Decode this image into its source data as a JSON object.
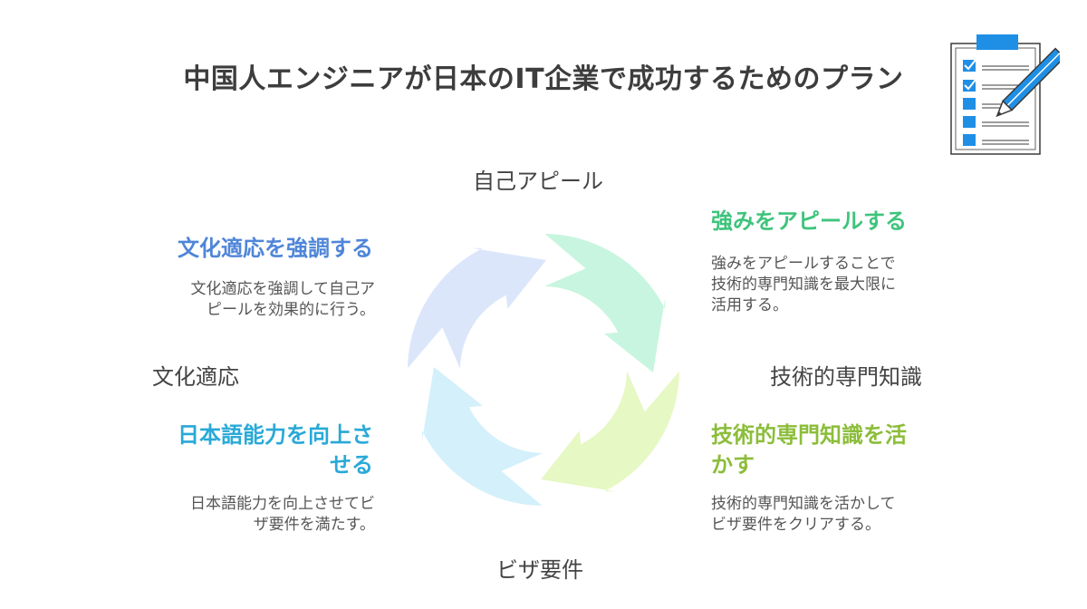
{
  "title": "中国人エンジニアが日本のIT企業で成功するためのプラン",
  "axes": {
    "top": "自己アピール",
    "right": "技術的専門知識",
    "bottom": "ビザ要件",
    "left": "文化適応"
  },
  "quadrants": [
    {
      "id": "top-right",
      "heading": "強みをアピールする",
      "desc_lines": [
        "強みをアピールすることで",
        "技術的専門知識を最大限に",
        "活用する。"
      ],
      "color": "#3fc47c",
      "fill": "#c8f5df"
    },
    {
      "id": "bottom-right",
      "heading_lines": [
        "技術的専門知識を活",
        "かす"
      ],
      "desc_lines": [
        "技術的専門知識を活かして",
        "ビザ要件をクリアする。"
      ],
      "color": "#8cbd3a",
      "fill": "#e6f8c4"
    },
    {
      "id": "bottom-left",
      "heading_lines": [
        "日本語能力を向上さ",
        "せる"
      ],
      "desc_lines": [
        "日本語能力を向上させてビ",
        "ザ要件を満たす。"
      ],
      "color": "#29a9d8",
      "fill": "#d3f0fb"
    },
    {
      "id": "top-left",
      "heading": "文化適応を強調する",
      "desc_lines": [
        "文化適応を強調して自己ア",
        "ピールを効果的に行う。"
      ],
      "color": "#4f86d8",
      "fill": "#dce6fb"
    }
  ]
}
